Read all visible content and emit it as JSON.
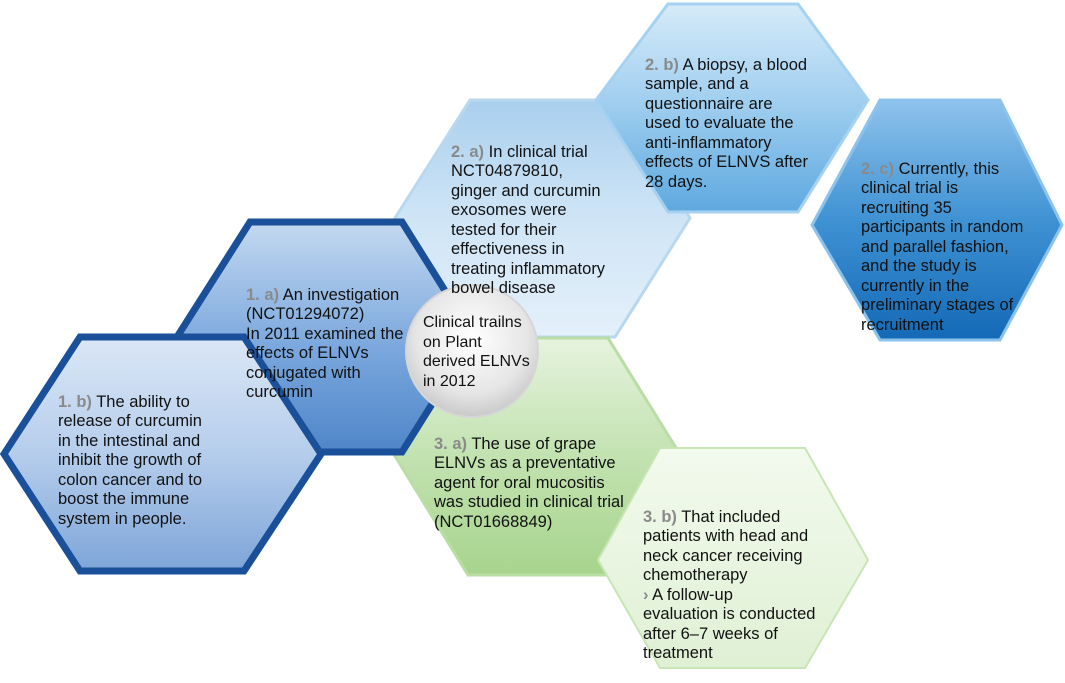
{
  "center": {
    "text": "Clinical trailns\non Plant\nderived ELNVs\nin 2012"
  },
  "hexagons": [
    {
      "id": "1a",
      "label": "1. a)",
      "text": " An investigation\n(NCT01294072)\nIn 2011 examined the\neffects of ELNVs\nconjugated with\ncurcumin"
    },
    {
      "id": "1b",
      "label": "1. b)",
      "text": " The ability to\nrelease of curcumin\nin the intestinal and\ninhibit the growth of\ncolon cancer and to\nboost the immune\nsystem in people."
    },
    {
      "id": "2a",
      "label": "2. a)",
      "text": " In clinical trial\nNCT04879810,\nginger and curcumin\nexosomes were\ntested for their\neffectiveness in\ntreating inflammatory\nbowel disease"
    },
    {
      "id": "2b",
      "label": "2. b)",
      "text": " A biopsy, a blood\nsample, and a\nquestionnaire are\nused to evaluate the\nanti-inflammatory\neffects of ELNVS after\n28 days."
    },
    {
      "id": "2c",
      "label": "2. c)",
      "text": " Currently, this\nclinical trial is\nrecruiting 35\nparticipants in random\nand parallel fashion,\nand the study is\ncurrently in the\npreliminary stages of\nrecruitment"
    },
    {
      "id": "3a",
      "label": "3. a)",
      "text": " The use of grape\nELNVs as a preventative\nagent for oral mucositis\nwas studied in clinical trial\n(NCT01668849)"
    },
    {
      "id": "3b",
      "label": "3. b)",
      "text": " That included\npatients with head and\nneck cancer receiving\nchemotherapy",
      "bullet_text": " A follow-up\nevaluation is conducted\nafter 6–7 weeks of\ntreatment"
    }
  ],
  "colors": {
    "dark_blue": "#1a4f9a",
    "mid_blue": "#6fa0d8",
    "light_blue": "#cde3f4",
    "sky_blue": "#8ec4ea",
    "strong_blue": "#2f86cc",
    "green": "#c8e6b9",
    "pale_green": "#eaf6e3",
    "label_gray": "#8a8a8a"
  }
}
